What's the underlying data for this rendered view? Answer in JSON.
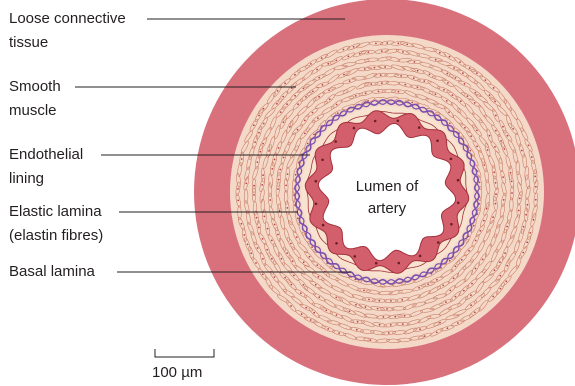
{
  "labels": {
    "loose_connective_line1": "Loose connective",
    "loose_connective_line2": "tissue",
    "smooth_muscle_line1": "Smooth",
    "smooth_muscle_line2": "muscle",
    "endothelial_line1": "Endothelial",
    "endothelial_line2": "lining",
    "elastic_line1": "Elastic lamina",
    "elastic_line2": "(elastin fibres)",
    "basal": "Basal lamina",
    "lumen_line1": "Lumen of",
    "lumen_line2": "artery"
  },
  "scale_bar": {
    "label": "100 µm"
  },
  "colors": {
    "adventitia": "#d9717d",
    "media": "#f5d9c8",
    "muscle_cell_stroke": "#c9806a",
    "nucleus": "#b7474f",
    "elastic_lamina": "#7b4fae",
    "basal_zone": "#f7e3cf",
    "endothelium": "#d35f6c",
    "endothelium_stroke": "#a4303d",
    "lumen": "#ffffff",
    "leader": "#231f20"
  }
}
